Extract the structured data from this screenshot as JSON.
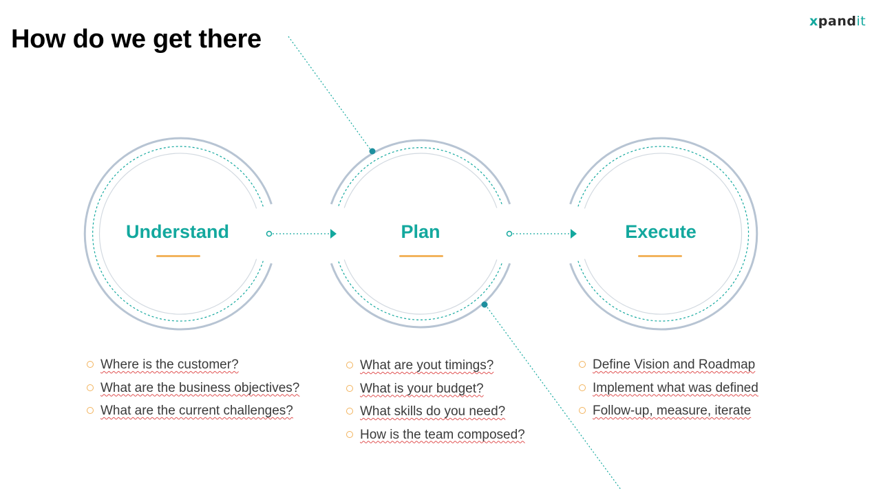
{
  "title": "How do we get there",
  "logo": {
    "x": "x",
    "mid": "pand",
    "it": "it"
  },
  "stages": [
    {
      "label": "Understand",
      "items": [
        "Where is the customer?",
        "What are the business objectives?",
        "What are the current challenges?"
      ]
    },
    {
      "label": "Plan",
      "items": [
        "What are yout timings?",
        "What is your budget?",
        "What skills do you need?",
        "How is the team composed?"
      ]
    },
    {
      "label": "Execute",
      "items": [
        "Define Vision and Roadmap",
        "Implement what was defined",
        "Follow-up, measure, iterate"
      ]
    }
  ],
  "colors": {
    "accent": "#13a89e",
    "highlight": "#f2b35c",
    "ring": "#b7c4d3"
  }
}
